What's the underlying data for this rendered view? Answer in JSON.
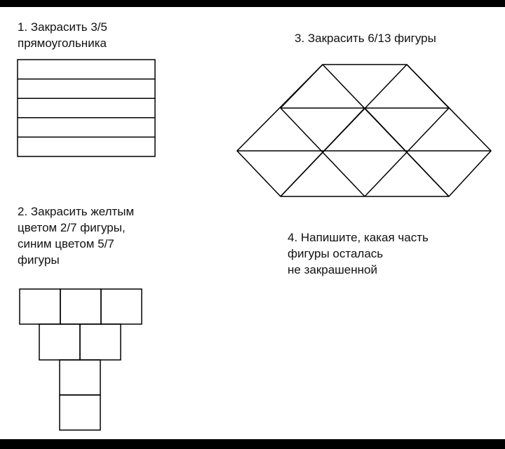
{
  "tasks": [
    {
      "text": "1. Закрасить 3/5\nпрямоугольника"
    },
    {
      "text": "2. Закрасить желтым\nцветом 2/7 фигуры,\nсиним цветом 5/7\nфигуры"
    },
    {
      "text": "3. Закрасить 6/13 фигуры"
    },
    {
      "text": "4. Напишите, какая часть\nфигуры осталась\n не закрашенной"
    }
  ],
  "figures": {
    "rectangle": {
      "stripes": 5
    },
    "squares": {
      "rows": [
        3,
        2,
        1,
        1
      ]
    },
    "triangles": {
      "count": 13
    }
  }
}
